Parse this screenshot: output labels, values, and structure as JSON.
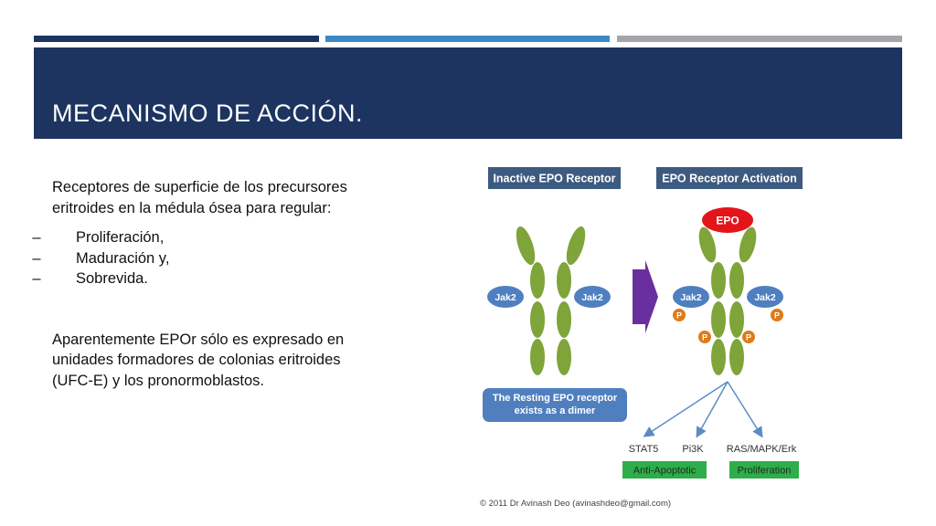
{
  "slide": {
    "title": "MECANISMO DE ACCIÓN.",
    "paragraph1": "Receptores de superficie de los precursores eritroides en la médula ósea para regular:",
    "bullets": [
      "Proliferación,",
      "Maduración y,",
      "Sobrevida."
    ],
    "bullet_marker": "–",
    "paragraph2": "Aparentemente EPOr sólo es expresado en unidades formadores de colonias eritroides (UFC-E) y los pronormoblastos."
  },
  "figure": {
    "left_header": "Inactive EPO Receptor",
    "right_header": "EPO Receptor Activation",
    "epo_label": "EPO",
    "jak_label": "Jak2",
    "p_label": "P",
    "resting_note": "The Resting EPO receptor exists as a dimer",
    "pathways": [
      "STAT5",
      "Pi3K",
      "RAS/MAPK/Erk"
    ],
    "outcomes": [
      "Anti-Apoptotic",
      "Proliferation"
    ],
    "copyright": "© 2011 Dr Avinash Deo (avinashdeo@gmail.com)",
    "colors": {
      "header_bg": "#3d5a80",
      "receptor": "#7ea43a",
      "jak": "#4f7fbf",
      "epo": "#e3141a",
      "phospho": "#e07b1a",
      "arrow": "#6a2f9e",
      "note_bg": "#4f7fbf",
      "outcome_bg": "#2eae4a"
    }
  }
}
